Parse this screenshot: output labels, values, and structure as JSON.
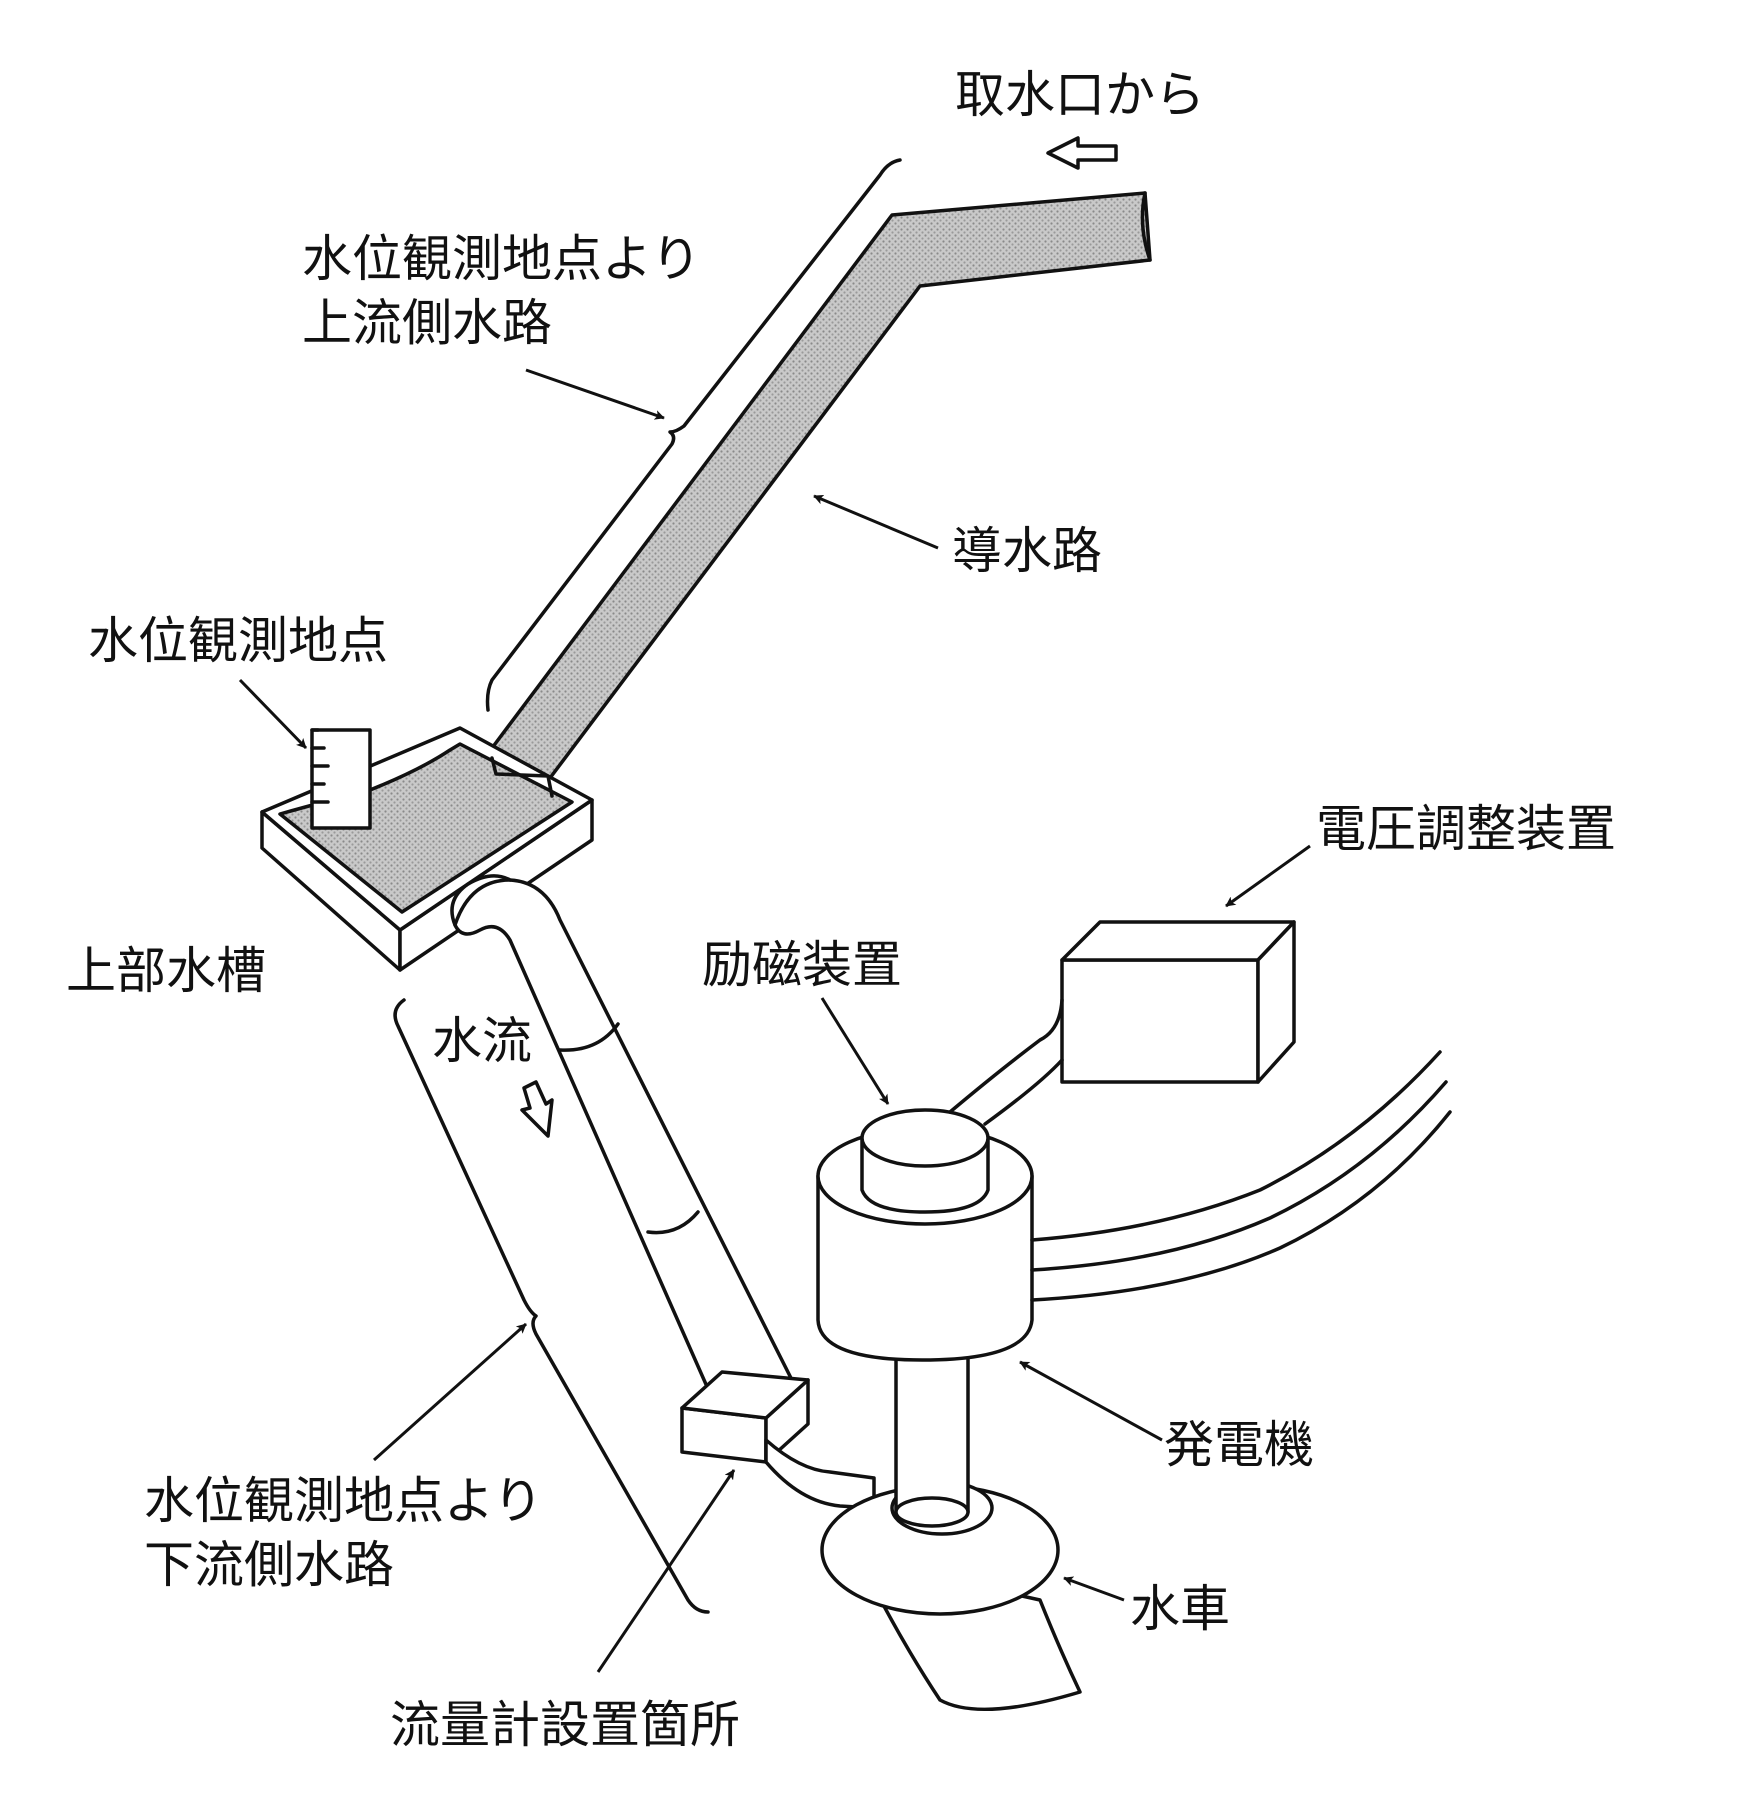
{
  "labels": {
    "intake_from": "取水口から",
    "upstream_channel_line1": "水位観測地点より",
    "upstream_channel_line2": "上流側水路",
    "headrace": "導水路",
    "water_level_point": "水位観測地点",
    "head_tank": "上部水槽",
    "voltage_regulator": "電圧調整装置",
    "exciter": "励磁装置",
    "water_flow": "水流",
    "generator": "発電機",
    "downstream_channel_line1": "水位観測地点より",
    "downstream_channel_line2": "下流側水路",
    "turbine": "水車",
    "flowmeter_location": "流量計設置箇所"
  }
}
